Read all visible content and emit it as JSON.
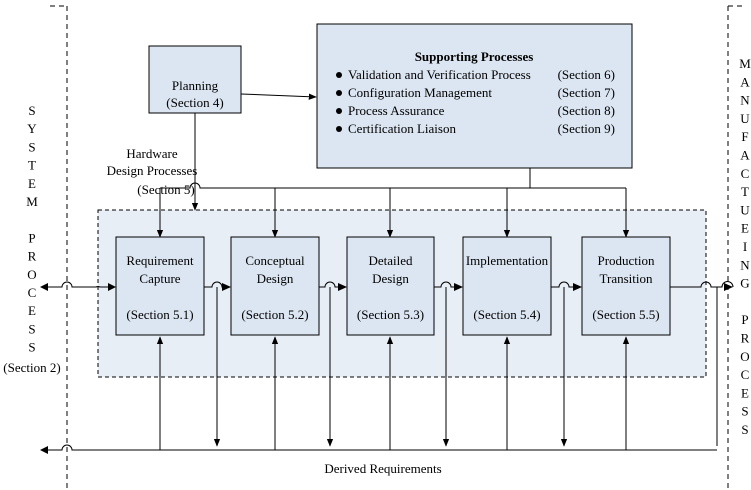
{
  "colors": {
    "box_fill": "#dce6f2",
    "region_fill": "#e8eef6",
    "stroke": "#000000"
  },
  "left_side": {
    "title_letters": [
      "S",
      "Y",
      "S",
      "T",
      "E",
      "M",
      "",
      "P",
      "R",
      "O",
      "C",
      "E",
      "S",
      "S"
    ],
    "section": "(Section 2)"
  },
  "right_side": {
    "title_letters": [
      "M",
      "A",
      "N",
      "U",
      "F",
      "A",
      "C",
      "T",
      "U",
      "E",
      "I",
      "N",
      "G",
      "",
      "P",
      "R",
      "O",
      "C",
      "E",
      "S",
      "S"
    ]
  },
  "planning": {
    "title": "Planning",
    "section": "(Section 4)"
  },
  "supporting": {
    "title": "Supporting Processes",
    "items": [
      {
        "label": "Validation and Verification Process",
        "section": "(Section 6)"
      },
      {
        "label": "Configuration Management",
        "section": "(Section 7)"
      },
      {
        "label": "Process Assurance",
        "section": "(Section 8)"
      },
      {
        "label": "Certification Liaison",
        "section": "(Section 9)"
      }
    ]
  },
  "hardware": {
    "line1": "Hardware",
    "line2": "Design Processes",
    "line3": "(Section 5)"
  },
  "phases": [
    {
      "line1": "Requirement",
      "line2": "Capture",
      "section": "(Section 5.1)"
    },
    {
      "line1": "Conceptual",
      "line2": "Design",
      "section": "(Section 5.2)"
    },
    {
      "line1": "Detailed",
      "line2": "Design",
      "section": "(Section 5.3)"
    },
    {
      "line1": "Implementation",
      "line2": "",
      "section": "(Section 5.4)"
    },
    {
      "line1": "Production",
      "line2": "Transition",
      "section": "(Section 5.5)"
    }
  ],
  "derived": "Derived Requirements"
}
